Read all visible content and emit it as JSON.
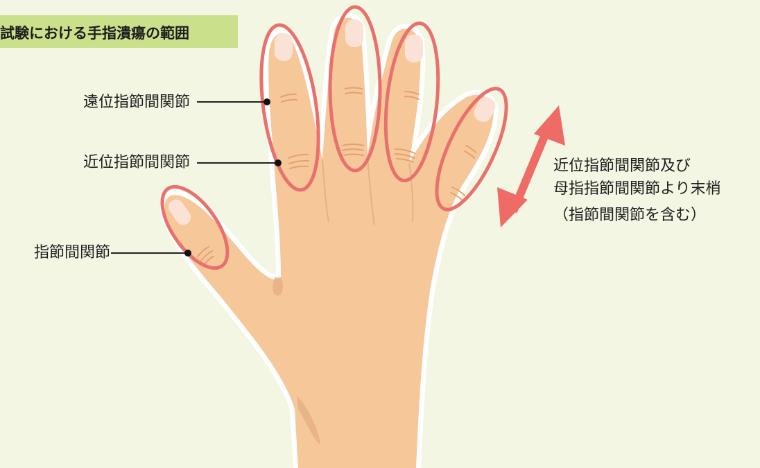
{
  "title": "試験における手指潰瘍の範囲",
  "labels": {
    "dip": "遠位指節間関節",
    "pip": "近位指節間関節",
    "ip": "指節間関節"
  },
  "note": {
    "line1": "近位指節間関節及び",
    "line2": "母指指節間関節より末梢",
    "line3": "（指節間関節を含む）"
  },
  "colors": {
    "background": "#f3f6e3",
    "title_band": "#cbe08b",
    "skin": "#f6c799",
    "skin_shadow": "#e3ad80",
    "outline_circle": "#e8716e",
    "arrow": "#ee6b66",
    "nail": "#fbe2d6"
  },
  "icons": [
    "hand-illustration",
    "double-headed-arrow-icon",
    "leader-dot-icon"
  ]
}
